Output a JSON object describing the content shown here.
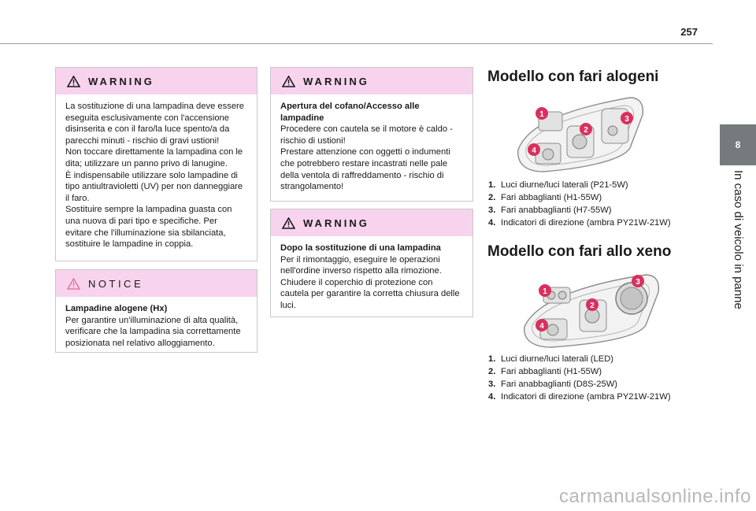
{
  "header": {
    "page_number": "257"
  },
  "side": {
    "chapter_number": "8",
    "chapter_title": "In caso di veicolo in panne"
  },
  "warning1": {
    "heading": "WARNING",
    "lines": [
      "La sostituzione di una lampadina deve essere",
      "eseguita esclusivamente con l'accensione",
      "disinserita e con il faro/la luce spento/a da",
      "parecchi minuti - rischio di gravi ustioni!",
      "Non toccare direttamente la lampadina con le",
      "dita; utilizzare un panno privo di lanugine.",
      "È indispensabile utilizzare solo lampadine di",
      "tipo antiultravioletti (UV) per non danneggiare",
      "il faro.",
      "Sostituire sempre la lampadina guasta con",
      "una nuova di pari tipo e specifiche. Per",
      "evitare che l'illuminazione sia sbilanciata,",
      "sostituire le lampadine in coppia."
    ]
  },
  "notice1": {
    "heading": "NOTICE",
    "lead": "Lampadine alogene (Hx)",
    "lines": [
      "Per garantire un'illuminazione di alta qualità,",
      "verificare che la lampadina sia correttamente",
      "posizionata nel relativo alloggiamento."
    ]
  },
  "warning2": {
    "heading": "WARNING",
    "lead_lines": [
      "Apertura del cofano/Accesso alle",
      "lampadine"
    ],
    "lines": [
      "Procedere con cautela se il motore è caldo -",
      "rischio di ustioni!",
      "Prestare attenzione con oggetti o indumenti",
      "che potrebbero restare incastrati nelle pale",
      "della ventola di raffreddamento - rischio di",
      "strangolamento!"
    ]
  },
  "warning3": {
    "heading": "WARNING",
    "lead": "Dopo la sostituzione di una lampadina",
    "lines": [
      "Per il rimontaggio, eseguire le operazioni",
      "nell'ordine inverso rispetto alla rimozione.",
      "Chiudere il coperchio di protezione con",
      "cautela per garantire la corretta chiusura delle",
      "luci."
    ]
  },
  "section1": {
    "title": "Modello con fari alogeni",
    "items": [
      {
        "num": "1.",
        "text": "Luci diurne/luci laterali (P21-5W)"
      },
      {
        "num": "2.",
        "text": "Fari abbaglianti (H1-55W)"
      },
      {
        "num": "3.",
        "text": "Fari anabbaglianti (H7-55W)"
      },
      {
        "num": "4.",
        "text": "Indicatori di direzione (ambra PY21W-21W)"
      }
    ],
    "callouts": [
      "1",
      "2",
      "3",
      "4"
    ]
  },
  "section2": {
    "title": "Modello con fari allo xeno",
    "items": [
      {
        "num": "1.",
        "text": "Luci diurne/luci laterali (LED)"
      },
      {
        "num": "2.",
        "text": "Fari abbaglianti (H1-55W)"
      },
      {
        "num": "3.",
        "text": "Fari anabbaglianti (D8S-25W)"
      },
      {
        "num": "4.",
        "text": "Indicatori di direzione (ambra PY21W-21W)"
      }
    ],
    "callouts": [
      "1",
      "2",
      "3",
      "4"
    ]
  },
  "footer": {
    "watermark": "carmanualsonline.info"
  },
  "colors": {
    "accent": "#f7d3ee",
    "callout": "#d9305e",
    "tab": "#757a7d"
  }
}
